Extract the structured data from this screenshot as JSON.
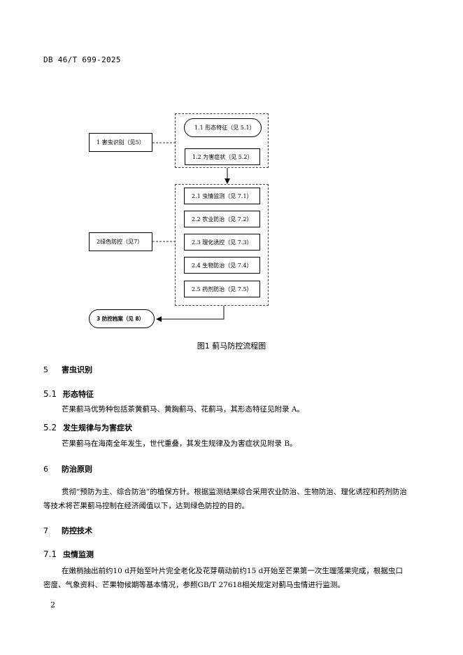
{
  "header": {
    "doc_code": "DB 46/T 699-2025"
  },
  "flowchart": {
    "left": {
      "identify": "1 害虫识别（见5）",
      "control": "2绿色防控（见7）",
      "archive": "3 防控档案（见 8）"
    },
    "group1": [
      "1.1  形态特征（见 5.1）",
      "1.2  为害症状（见 5.2）"
    ],
    "group2": [
      "2.1 虫情监测（见 7.1）",
      "2.2  农业防治（见 7.2）",
      "2.3  理化诱控（见 7.3）",
      "2.4 生物防治（见 7.4）",
      "2.5  药剂防治（见 7.5）"
    ]
  },
  "figure": {
    "caption": "图1    蓟马防控流程图"
  },
  "sections": {
    "s5": {
      "num": "5",
      "title": "害虫识别"
    },
    "s5_1": {
      "num": "5.1",
      "title": "形态特征",
      "text": "芒果蓟马优势种包括茶黄蓟马、黄胸蓟马、花蓟马，其形态特征见附录 A。"
    },
    "s5_2": {
      "num": "5.2",
      "title": "发生规律与为害症状",
      "text": "芒果蓟马在海南全年发生，世代重叠，其发生规律及为害症状见附录 B。"
    },
    "s6": {
      "num": "6",
      "title": "防治原则",
      "text": "贯彻“预防为主、综合防治”的植保方针。根据监测结果综合采用农业防治、生物防治、理化诱控和药剂防治等技术将芒果蓟马控制在经济阈值以下，达到绿色防控的目的。"
    },
    "s7": {
      "num": "7",
      "title": "防控技术"
    },
    "s7_1": {
      "num": "7.1",
      "title": "虫情监测",
      "text": "在嫩梢抽出前约10 d开始至叶片完全老化及花芽萌动前约15 d开始至芒果第一次生理落果完成，根据虫口密度、气象资料、芒果物候期等基本情况，参照GB/T 27618相关规定对蓟马虫情进行监测。"
    }
  },
  "page_number": "2"
}
